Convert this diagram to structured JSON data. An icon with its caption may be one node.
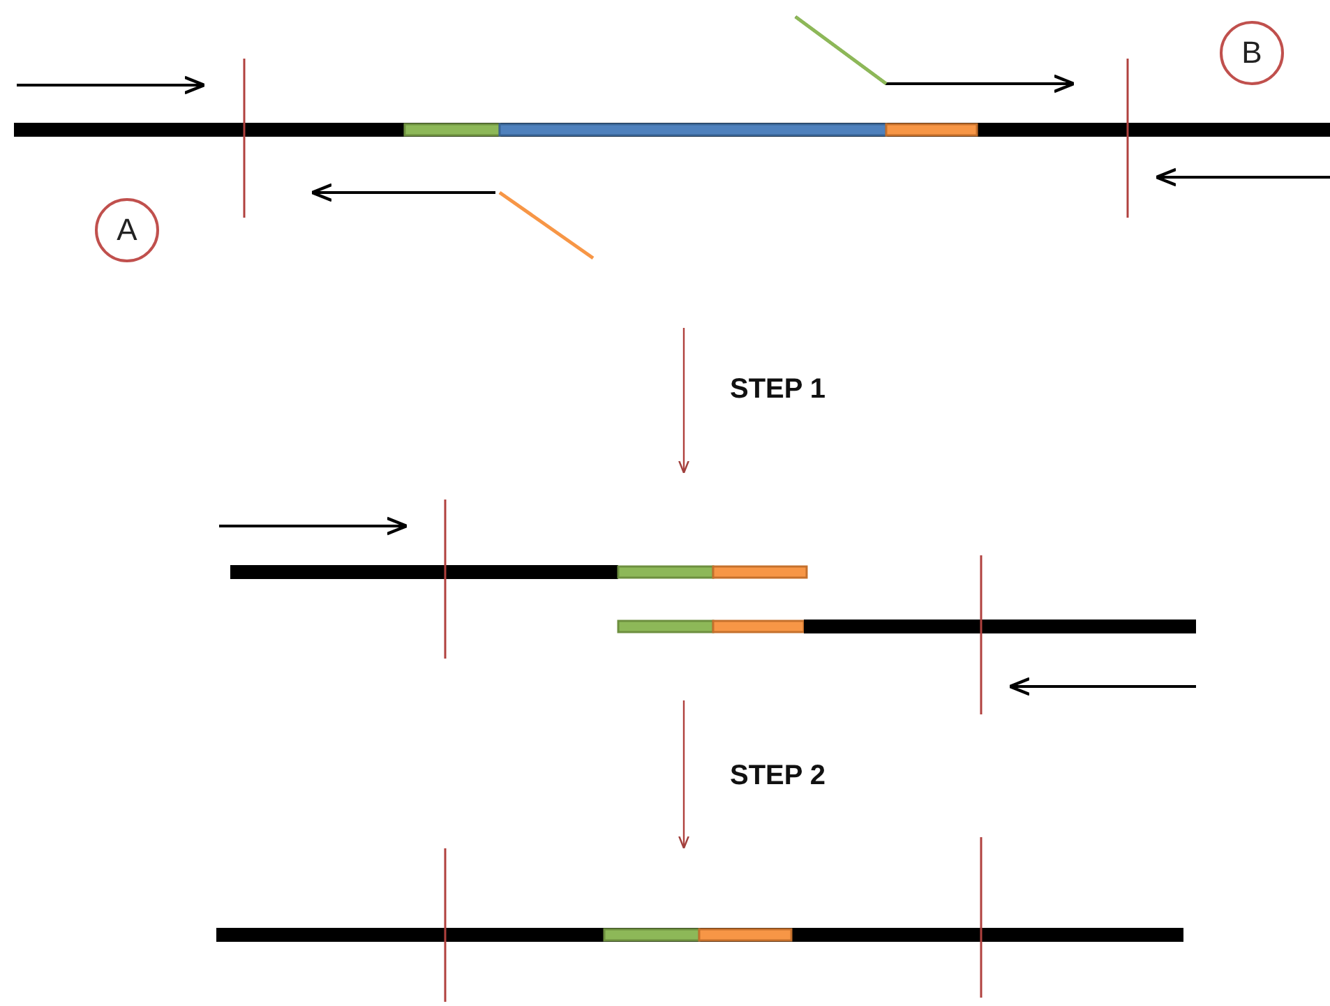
{
  "diagram": {
    "nodes": [
      {
        "text": [
          "A"
        ]
      },
      {
        "text": [
          "B"
        ]
      }
    ],
    "labels": [
      "STEP 1",
      "STEP 2"
    ]
  }
}
